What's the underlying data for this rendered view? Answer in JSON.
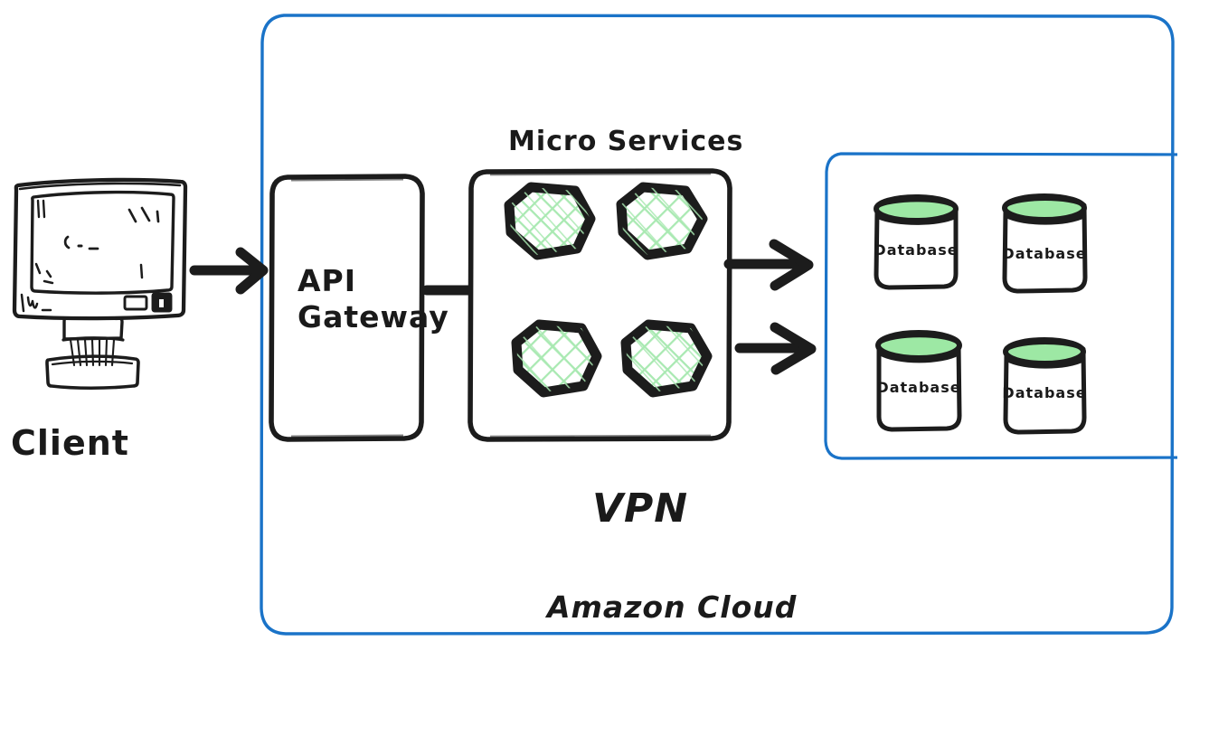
{
  "diagram": {
    "title": "Amazon Cloud microservices architecture",
    "colors": {
      "cloud_blue": "#1A73C8",
      "ink_black": "#1C1C1C",
      "service_green": "#9DE8A4",
      "hatch_green": "#A9E9B2",
      "paper_white": "#FFFFFF"
    }
  },
  "client": {
    "label": "Client",
    "icon": "desktop-monitor-icon"
  },
  "cloud": {
    "label": "Amazon Cloud",
    "label_color": "#1A73C8"
  },
  "api_gateway": {
    "line1": "API",
    "line2": "Gateway"
  },
  "micro_services": {
    "title": "Micro Services",
    "nodes": [
      {
        "id": "service-1",
        "shape": "hexagon",
        "fill": "green-crosshatch"
      },
      {
        "id": "service-2",
        "shape": "hexagon",
        "fill": "green-crosshatch"
      },
      {
        "id": "service-3",
        "shape": "hexagon",
        "fill": "green-crosshatch"
      },
      {
        "id": "service-4",
        "shape": "hexagon",
        "fill": "green-crosshatch"
      }
    ]
  },
  "vpn": {
    "label": "VPN"
  },
  "database_group": {
    "border_color": "#1A73C8",
    "items": [
      {
        "id": "database-1",
        "label": "Database"
      },
      {
        "id": "database-2",
        "label": "Database"
      },
      {
        "id": "database-3",
        "label": "Database"
      },
      {
        "id": "database-4",
        "label": "Database"
      }
    ]
  },
  "connectors": [
    {
      "id": "client-to-gateway",
      "from": "Client",
      "to": "API Gateway"
    },
    {
      "id": "gateway-to-services",
      "from": "API Gateway",
      "to": "Micro Services"
    },
    {
      "id": "services-to-db-top",
      "from": "Micro Services",
      "to": "Database group"
    },
    {
      "id": "services-to-db-bottom",
      "from": "Micro Services",
      "to": "Database group"
    }
  ]
}
